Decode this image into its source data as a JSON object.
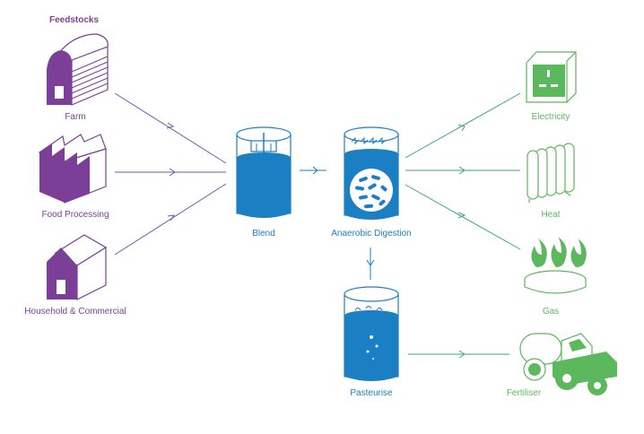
{
  "title": "Feedstocks",
  "feedstocks": [
    {
      "label": "Farm",
      "icon": "barn-icon"
    },
    {
      "label": "Food Processing",
      "icon": "factory-icon"
    },
    {
      "label": "Household & Commercial",
      "icon": "house-icon"
    }
  ],
  "process": {
    "blend": "Blend",
    "digestion": "Anaerobic Digestion",
    "pasteurise": "Pasteurise"
  },
  "outputs": [
    {
      "label": "Electricity",
      "icon": "power-socket-icon"
    },
    {
      "label": "Heat",
      "icon": "radiator-icon"
    },
    {
      "label": "Gas",
      "icon": "gas-flame-icon"
    },
    {
      "label": "Fertiliser",
      "icon": "tractor-icon"
    }
  ],
  "colors": {
    "feedstock": "#7b3f98",
    "process": "#1b7fc4",
    "output": "#5cb85c",
    "tank_light": "#e8f4fc"
  }
}
